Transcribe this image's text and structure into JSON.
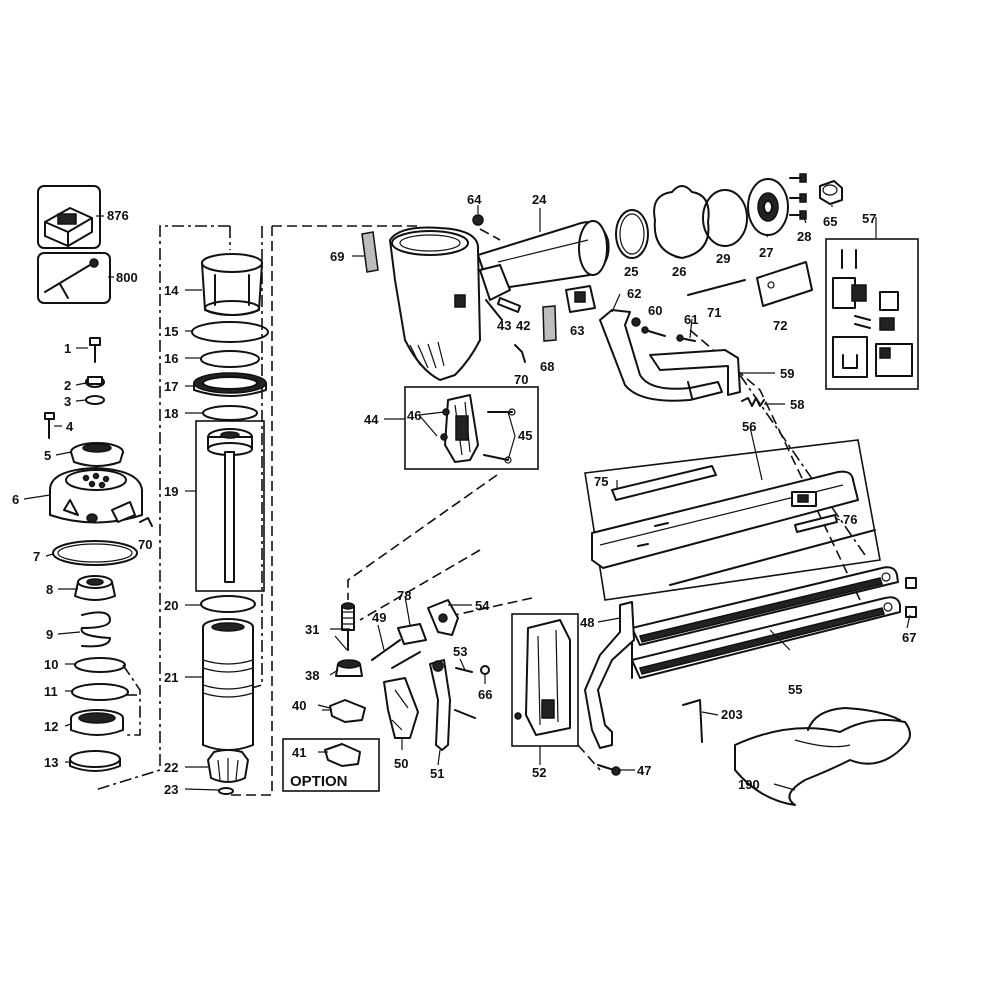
{
  "labels": {
    "p876": "876",
    "p800": "800",
    "p1": "1",
    "p2": "2",
    "p3": "3",
    "p4": "4",
    "p5": "5",
    "p6": "6",
    "p70a": "70",
    "p7": "7",
    "p8": "8",
    "p9": "9",
    "p10": "10",
    "p11": "11",
    "p12": "12",
    "p13": "13",
    "p14": "14",
    "p15": "15",
    "p16": "16",
    "p17": "17",
    "p18": "18",
    "p19": "19",
    "p20": "20",
    "p21": "21",
    "p22": "22",
    "p23": "23",
    "p69": "69",
    "p64": "64",
    "p24": "24",
    "p25": "25",
    "p26": "26",
    "p29": "29",
    "p27": "27",
    "p28": "28",
    "p65": "65",
    "p57": "57",
    "p43": "43",
    "p42": "42",
    "p63": "63",
    "p62": "62",
    "p60": "60",
    "p61": "61",
    "p71": "71",
    "p72": "72",
    "p68": "68",
    "p70b": "70",
    "p59": "59",
    "p58": "58",
    "p44": "44",
    "p46": "46",
    "p45": "45",
    "p56": "56",
    "p75": "75",
    "p76": "76",
    "p31": "31",
    "p38": "38",
    "p49": "49",
    "p78": "78",
    "p54": "54",
    "p53": "53",
    "p66": "66",
    "p48": "48",
    "p40": "40",
    "p41": "41",
    "p50": "50",
    "p51": "51",
    "p52": "52",
    "p47": "47",
    "p55": "55",
    "p67": "67",
    "p203": "203",
    "p190": "190"
  },
  "option_label": "OPTION"
}
